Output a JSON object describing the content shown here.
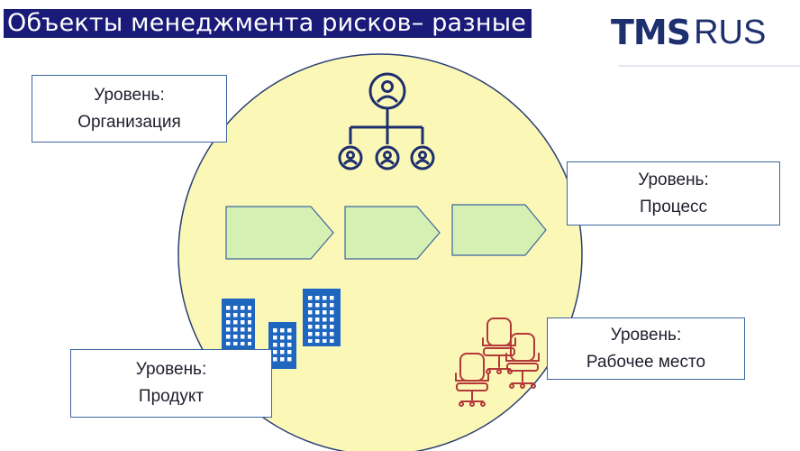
{
  "title": "Объекты менеджмента рисков– разные",
  "logo": {
    "tms": "TMS",
    "rus": "RUS"
  },
  "colors": {
    "title_bg": "#1a1a78",
    "circle_fill": "#fbf7b7",
    "circle_stroke": "#2a3f74",
    "arrow_fill": "#d6f0b4",
    "arrow_stroke": "#3c67a0",
    "building": "#1f66bf",
    "chair": "#b33939",
    "icon_dark": "#1d2f6e",
    "logo": "#1d2f6e"
  },
  "levels": {
    "organization": {
      "line1": "Уровень:",
      "line2": "Организация"
    },
    "process": {
      "line1": "Уровень:",
      "line2": "Процесс"
    },
    "workplace": {
      "line1": "Уровень:",
      "line2": "Рабочее место"
    },
    "product": {
      "line1": "Уровень:",
      "line2": "Продукт"
    }
  },
  "icons": {
    "org_chart": "org-chart-icon",
    "process_arrows": "process-arrow-icon",
    "buildings": "building-icon",
    "chairs": "office-chair-icon"
  }
}
